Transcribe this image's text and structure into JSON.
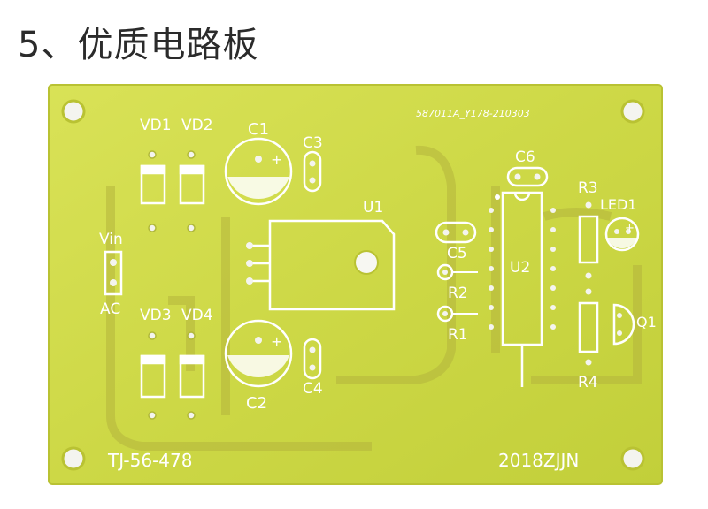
{
  "page": {
    "heading": "5、优质电路板"
  },
  "board": {
    "colors": {
      "substrate": "#c8d43a",
      "substrate_light": "#dde65c",
      "copper": "#b7b43a",
      "silk": "#ffffff",
      "hole": "#f3f3ee"
    },
    "code": "587011A_Y178-210303",
    "labels": {
      "vd1": "VD1",
      "vd2": "VD2",
      "vd3": "VD3",
      "vd4": "VD4",
      "c1": "C1",
      "c2": "C2",
      "c3": "C3",
      "c4": "C4",
      "c5": "C5",
      "c6": "C6",
      "u1": "U1",
      "u2": "U2",
      "r1": "R1",
      "r2": "R2",
      "r3": "R3",
      "r4": "R4",
      "led1": "LED1",
      "q1": "Q1",
      "vin": "Vin",
      "ac": "AC",
      "plus": "+"
    },
    "part_number": "TJ-56-478",
    "maker_mark": "2018ZJJN"
  }
}
